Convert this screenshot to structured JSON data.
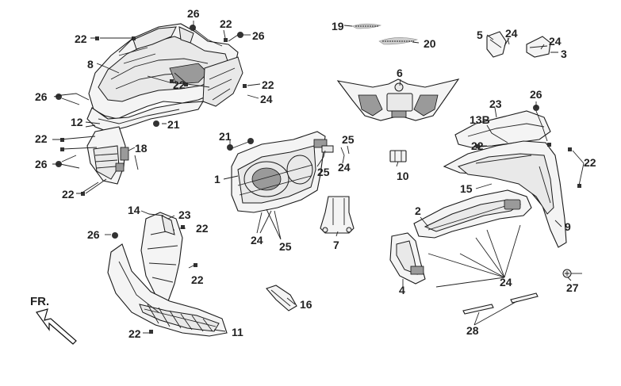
{
  "diagram": {
    "orientation_label": "FR.",
    "callouts": [
      {
        "id": "c1",
        "text": "26"
      },
      {
        "id": "c2",
        "text": "22"
      },
      {
        "id": "c3",
        "text": "26"
      },
      {
        "id": "c4",
        "text": "22"
      },
      {
        "id": "c5",
        "text": "8"
      },
      {
        "id": "c6",
        "text": "22"
      },
      {
        "id": "c7",
        "text": "22"
      },
      {
        "id": "c8",
        "text": "26"
      },
      {
        "id": "c9",
        "text": "24"
      },
      {
        "id": "c10",
        "text": "12"
      },
      {
        "id": "c11",
        "text": "21"
      },
      {
        "id": "c12",
        "text": "22"
      },
      {
        "id": "c13",
        "text": "18"
      },
      {
        "id": "c14",
        "text": "26"
      },
      {
        "id": "c15",
        "text": "22"
      },
      {
        "id": "c16",
        "text": "14"
      },
      {
        "id": "c17",
        "text": "23"
      },
      {
        "id": "c18",
        "text": "26"
      },
      {
        "id": "c19",
        "text": "22"
      },
      {
        "id": "c20",
        "text": "22"
      },
      {
        "id": "c21",
        "text": "22"
      },
      {
        "id": "c22",
        "text": "11"
      },
      {
        "id": "c23",
        "text": "19"
      },
      {
        "id": "c24",
        "text": "20"
      },
      {
        "id": "c25",
        "text": "6"
      },
      {
        "id": "c26",
        "text": "21"
      },
      {
        "id": "c27",
        "text": "25"
      },
      {
        "id": "c28",
        "text": "1"
      },
      {
        "id": "c29",
        "text": "25"
      },
      {
        "id": "c30",
        "text": "24"
      },
      {
        "id": "c31",
        "text": "10"
      },
      {
        "id": "c32",
        "text": "24"
      },
      {
        "id": "c33",
        "text": "25"
      },
      {
        "id": "c34",
        "text": "7"
      },
      {
        "id": "c35",
        "text": "16"
      },
      {
        "id": "c36",
        "text": "5"
      },
      {
        "id": "c37",
        "text": "24"
      },
      {
        "id": "c38",
        "text": "24"
      },
      {
        "id": "c39",
        "text": "3"
      },
      {
        "id": "c40",
        "text": "26"
      },
      {
        "id": "c41",
        "text": "23"
      },
      {
        "id": "c42",
        "text": "13B"
      },
      {
        "id": "c43",
        "text": "22"
      },
      {
        "id": "c44",
        "text": "22"
      },
      {
        "id": "c45",
        "text": "15"
      },
      {
        "id": "c46",
        "text": "2"
      },
      {
        "id": "c47",
        "text": "9"
      },
      {
        "id": "c48",
        "text": "24"
      },
      {
        "id": "c49",
        "text": "4"
      },
      {
        "id": "c50",
        "text": "27"
      },
      {
        "id": "c51",
        "text": "28"
      }
    ]
  }
}
